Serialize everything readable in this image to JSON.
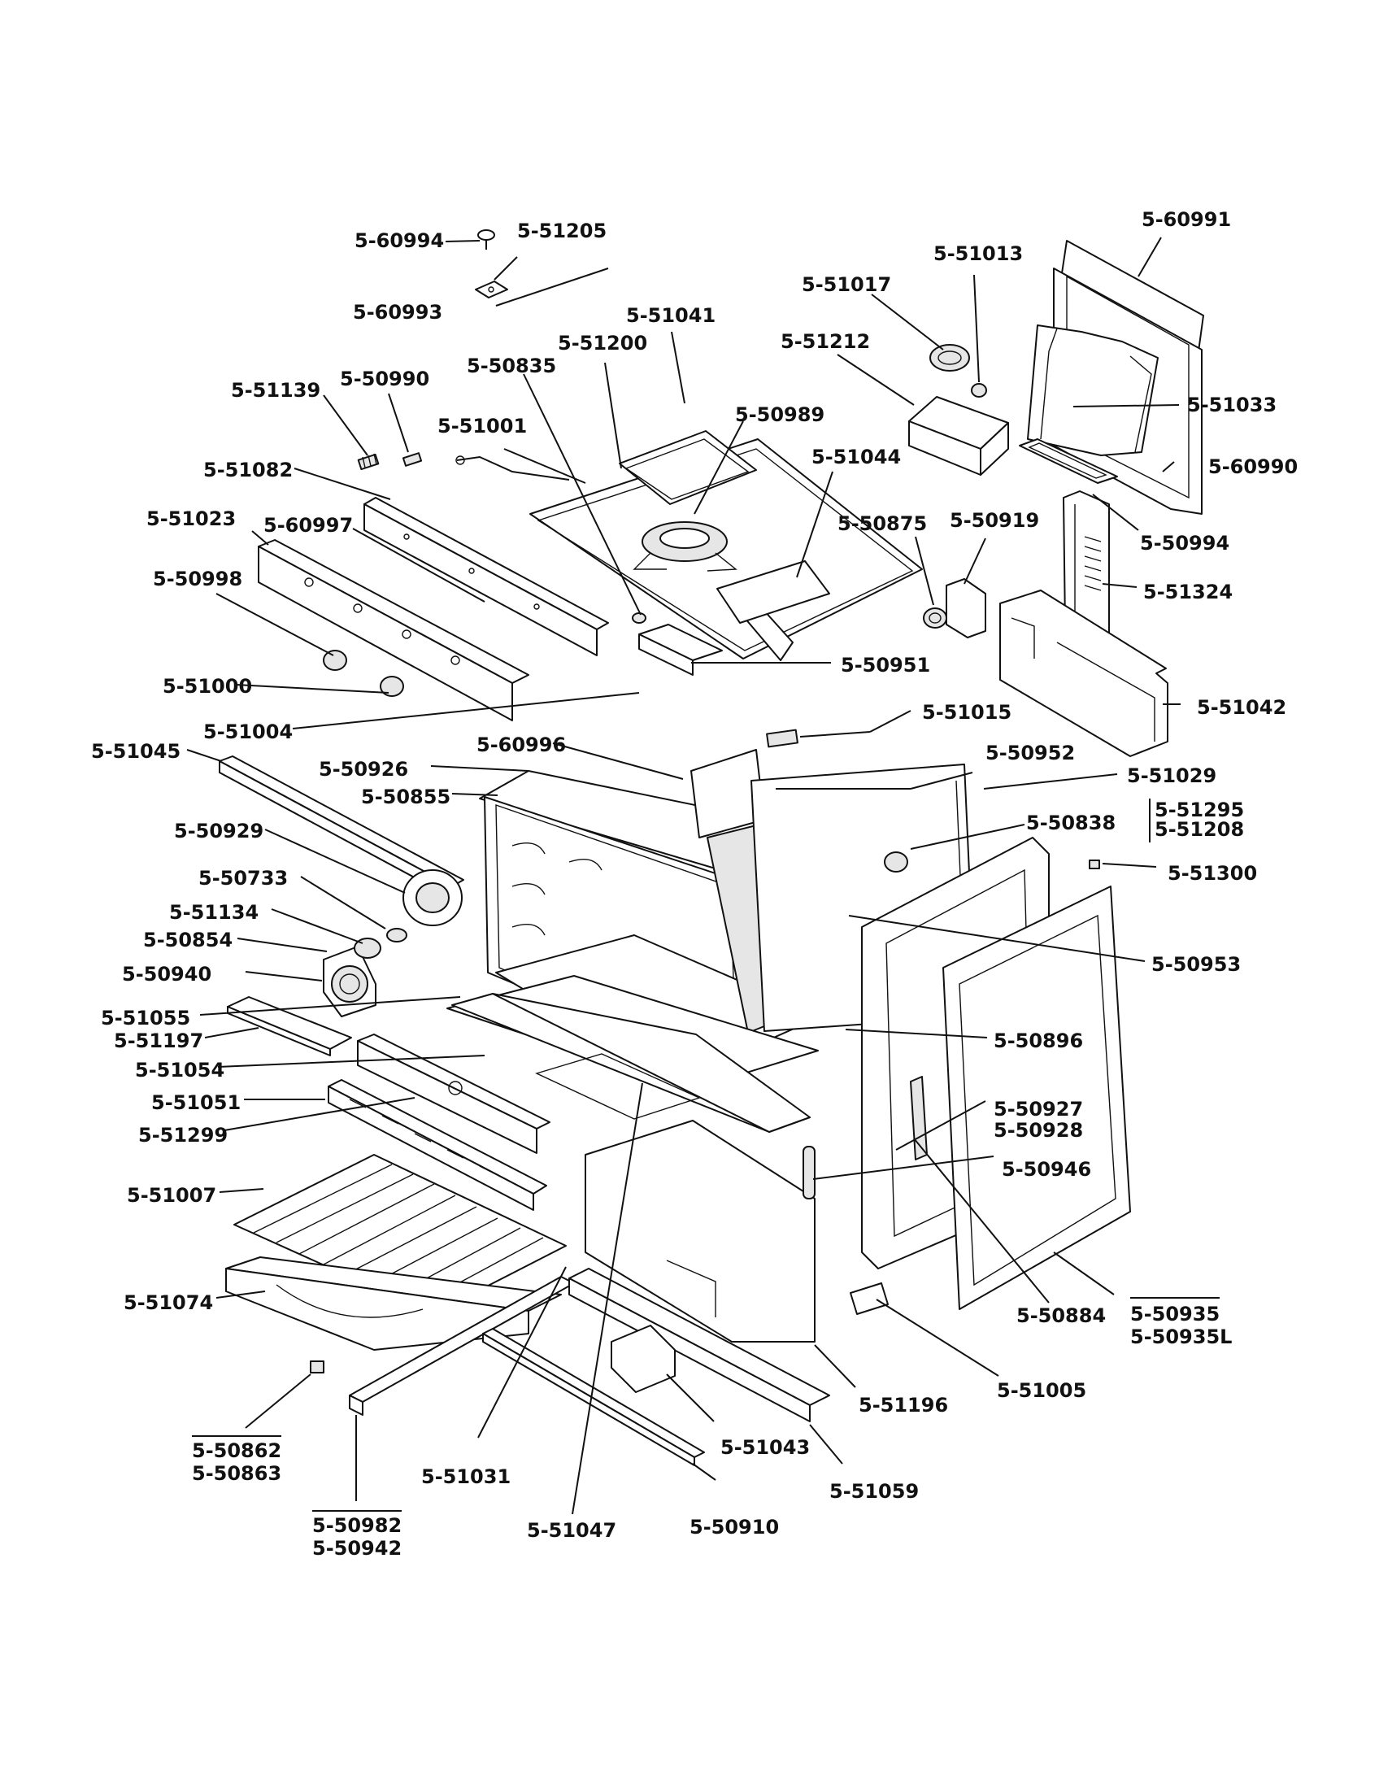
{
  "parts": {
    "p_60994": "5-60994",
    "p_51205": "5-51205",
    "p_60993": "5-60993",
    "p_51139": "5-51139",
    "p_50990": "5-50990",
    "p_50835": "5-50835",
    "p_51200": "5-51200",
    "p_51041": "5-51041",
    "p_51001": "5-51001",
    "p_51082": "5-51082",
    "p_51023": "5-51023",
    "p_60997": "5-60997",
    "p_50989": "5-50989",
    "p_51017": "5-51017",
    "p_51013": "5-51013",
    "p_51212": "5-51212",
    "p_60991": "5-60991",
    "p_51033": "5-51033",
    "p_60990": "5-60990",
    "p_50994": "5-50994",
    "p_51044": "5-51044",
    "p_50875": "5-50875",
    "p_50919": "5-50919",
    "p_51324": "5-51324",
    "p_50998": "5-50998",
    "p_50951": "5-50951",
    "p_51042": "5-51042",
    "p_51000": "5-51000",
    "p_51004": "5-51004",
    "p_51015": "5-51015",
    "p_51045": "5-51045",
    "p_50926": "5-50926",
    "p_60996": "5-60996",
    "p_50952": "5-50952",
    "p_51029": "5-51029",
    "p_50855": "5-50855",
    "p_51295": "5-51295",
    "p_51208": "5-51208",
    "p_50838": "5-50838",
    "p_50929": "5-50929",
    "p_51300": "5-51300",
    "p_50733": "5-50733",
    "p_51134": "5-51134",
    "p_50854": "5-50854",
    "p_50953": "5-50953",
    "p_50940": "5-50940",
    "p_51055": "5-51055",
    "p_51197": "5-51197",
    "p_50896": "5-50896",
    "p_51054": "5-51054",
    "p_50927": "5-50927",
    "p_50928": "5-50928",
    "p_51051": "5-51051",
    "p_51299": "5-51299",
    "p_50946": "5-50946",
    "p_51007": "5-51007",
    "p_50884": "5-50884",
    "p_50935": "5-50935",
    "p_50935L": "5-50935L",
    "p_51074": "5-51074",
    "p_51005": "5-51005",
    "p_51196": "5-51196",
    "p_50862": "5-50862",
    "p_50863": "5-50863",
    "p_51043": "5-51043",
    "p_51031": "5-51031",
    "p_51059": "5-51059",
    "p_50982": "5-50982",
    "p_50942": "5-50942",
    "p_51047": "5-51047",
    "p_50910": "5-50910"
  }
}
